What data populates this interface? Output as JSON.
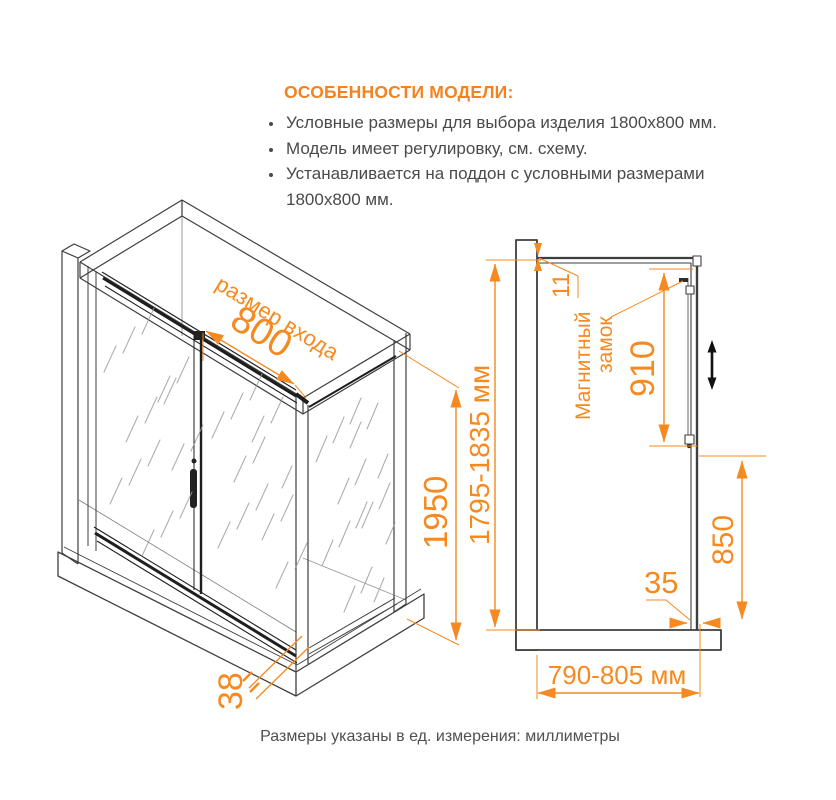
{
  "features": {
    "title": "ОСОБЕННОСТИ МОДЕЛИ:",
    "items": [
      "Условные размеры для выбора изделия 1800x800 мм.",
      "Модель имеет регулировку, см. схему.",
      "Устанавливается на поддон с условными размерами 1800x800 мм."
    ]
  },
  "iso_view": {
    "entry_label": "размер входа",
    "entry_width": "800",
    "total_height": "1950",
    "profile_depth": "38"
  },
  "side_view": {
    "top_gap": "11",
    "lock_label_1": "Магнитный",
    "lock_label_2": "замок",
    "lock_span": "910",
    "adjust_height": "1795-1835 мм",
    "lower_span": "850",
    "bottom_gap": "35",
    "width_range": "790-805 мм"
  },
  "footer": {
    "note": "Размеры указаны в ед. измерения: миллиметры"
  },
  "colors": {
    "accent": "#F5821F",
    "dimension": "#F6891F",
    "line": "#3E3E3E",
    "body_text": "#4A4A4A"
  }
}
